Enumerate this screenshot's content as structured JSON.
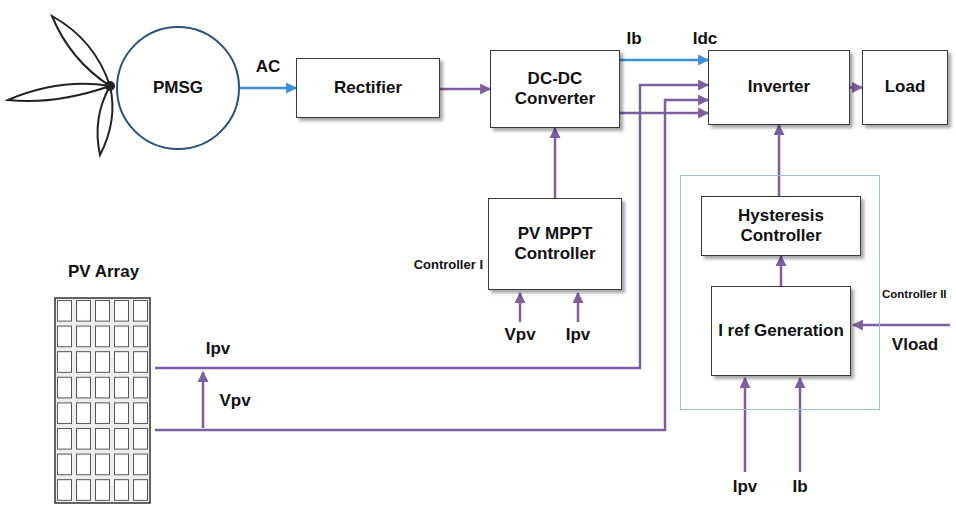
{
  "diagram": {
    "nodes": [
      {
        "text": [
          "PMSG"
        ]
      },
      {
        "text": [
          "Rectifier"
        ]
      },
      {
        "text": [
          "DC-DC Converter"
        ]
      },
      {
        "text": [
          "Inverter"
        ]
      },
      {
        "text": [
          "Load"
        ]
      },
      {
        "text": [
          "Controller I",
          "PV MPPT Controller"
        ]
      },
      {
        "text": [
          "PV Array"
        ]
      },
      {
        "text": [
          "Controller II"
        ]
      },
      {
        "text": [
          "Hysteresis Controller"
        ],
        "in": 7
      },
      {
        "text": [
          "I ref Generation"
        ],
        "in": 7
      }
    ],
    "edges": [
      {
        "from": 0,
        "to": 1,
        "arrow": "to",
        "label": "AC"
      },
      {
        "from": 1,
        "to": 2,
        "arrow": "to"
      },
      {
        "from": 2,
        "to": 3,
        "arrow": "to",
        "label": "Ib"
      },
      {
        "from": 2,
        "to": 3,
        "arrow": "to"
      },
      {
        "from": 3,
        "to": 4,
        "arrow": "to"
      },
      {
        "from": 5,
        "to": 2,
        "arrow": "to"
      },
      {
        "from": 8,
        "to": 3,
        "arrow": "to"
      },
      {
        "from": 9,
        "to": 8,
        "arrow": "to"
      },
      {
        "from": 6,
        "to": 3,
        "arrow": "to"
      },
      {
        "from": 6,
        "to": 3,
        "arrow": "to"
      }
    ],
    "labels": [
      "Idc",
      "Vpv",
      "Ipv",
      "Ipv",
      "Vpv",
      "Vload",
      "Ipv",
      "Ib"
    ]
  }
}
